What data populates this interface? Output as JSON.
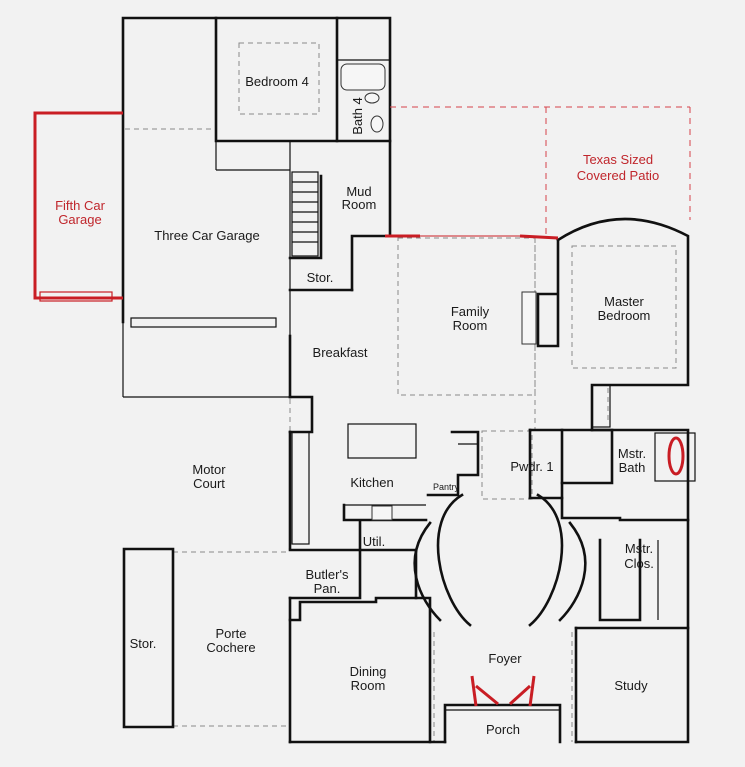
{
  "rooms": {
    "bedroom4": "Bedroom 4",
    "bath4": "Bath 4",
    "mud_room_line1": "Mud",
    "mud_room_line2": "Room",
    "fifth_car_garage_line1": "Fifth Car",
    "fifth_car_garage_line2": "Garage",
    "three_car_garage": "Three Car Garage",
    "texas_patio_line1": "Texas Sized",
    "texas_patio_line2": "Covered Patio",
    "storage_upper": "Stor.",
    "family_room_line1": "Family",
    "family_room_line2": "Room",
    "master_bedroom_line1": "Master",
    "master_bedroom_line2": "Bedroom",
    "breakfast": "Breakfast",
    "motor_court_line1": "Motor",
    "motor_court_line2": "Court",
    "kitchen": "Kitchen",
    "pantry": "Pantry",
    "powder": "Pwdr. 1",
    "master_bath_line1": "Mstr.",
    "master_bath_line2": "Bath",
    "utility": "Util.",
    "master_closet_line1": "Mstr.",
    "master_closet_line2": "Clos.",
    "butlers_pantry_line1": "Butler's",
    "butlers_pantry_line2": "Pan.",
    "storage_lower": "Stor.",
    "porte_cochere_line1": "Porte",
    "porte_cochere_line2": "Cochere",
    "foyer": "Foyer",
    "dining_room_line1": "Dining",
    "dining_room_line2": "Room",
    "study": "Study",
    "porch": "Porch"
  },
  "colors": {
    "background": "#f2f2f2",
    "wall": "#111111",
    "dashed_outline": "#8a8a8a",
    "option_highlight": "#c91d24"
  }
}
